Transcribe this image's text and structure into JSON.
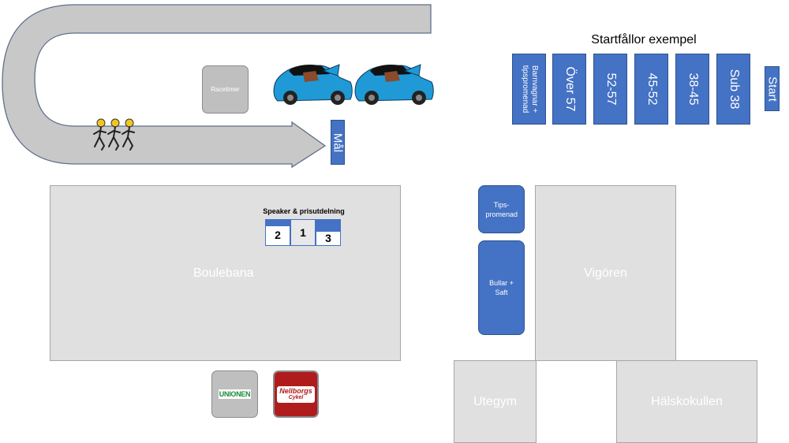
{
  "track": {
    "finish_label": "Mål",
    "racetimer_label": "Racetimer"
  },
  "start_pens": {
    "title": "Startfållor exempel",
    "pens": [
      "Barnvagnar + tipspromenad",
      "Över 57",
      "52-57",
      "45-52",
      "38-45",
      "Sub 38"
    ],
    "start_label": "Start"
  },
  "boule": {
    "label": "Boulebana",
    "podium_title": "Speaker & prisutdelning",
    "places": [
      "2",
      "1",
      "3"
    ]
  },
  "tips_label": "Tips-promenad",
  "bullar_label": "Bullar + Saft",
  "vigoren_label": "Vigören",
  "utegym_label": "Utegym",
  "halskokullen_label": "Hälskokullen",
  "sponsors": {
    "unionen": "UNIONEN",
    "nellborgs": "Nellborgs",
    "nellborgs_sub": "Cykel"
  },
  "colors": {
    "track": "#c8c8c8",
    "blue": "#4472c4",
    "area": "#e0e0e0",
    "nellborgs_red": "#b01c1c",
    "unionen_green": "#1a8a3a"
  }
}
